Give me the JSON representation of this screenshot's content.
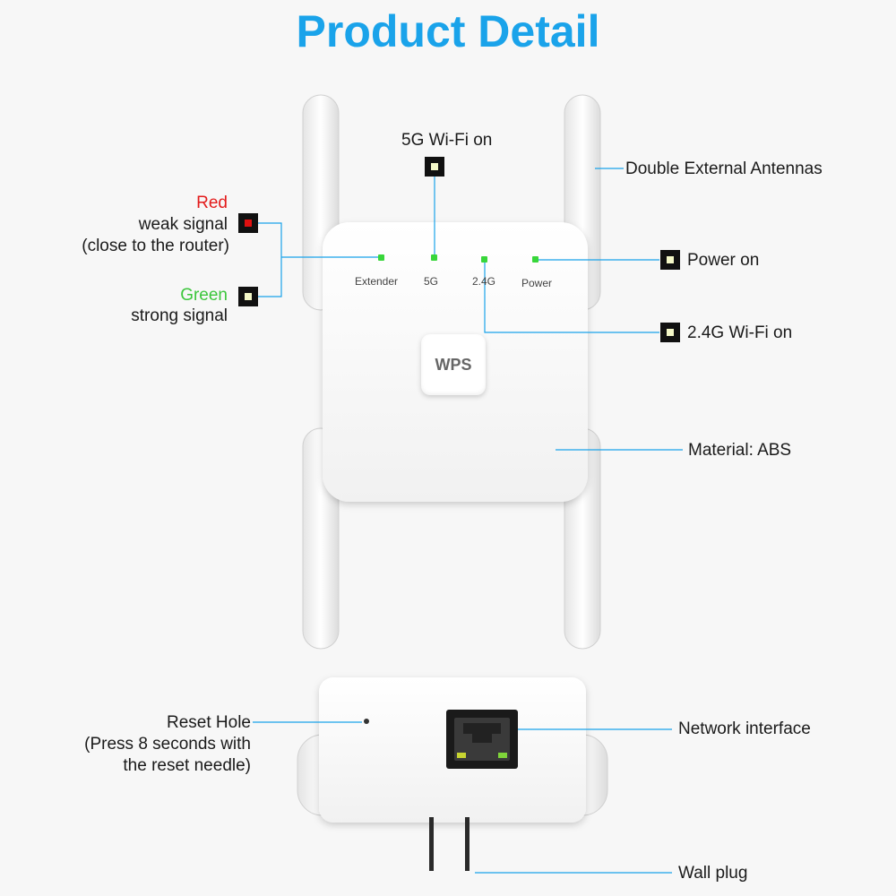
{
  "title": "Product Detail",
  "colors": {
    "title": "#1aa3ea",
    "callout_line": "#1aa3ea",
    "red_text": "#e31b1b",
    "green_text": "#3cc63c",
    "led": "#38d63a"
  },
  "leds": {
    "extender": "Extender",
    "five_g": "5G",
    "two_four_g": "2.4G",
    "power": "Power"
  },
  "wps": "WPS",
  "callouts": {
    "five_g_wifi": "5G Wi-Fi on",
    "antennas": "Double External Antennas",
    "red": "Red",
    "weak_signal": "weak signal",
    "close_router": "(close to the router)",
    "green": "Green",
    "strong_signal": "strong signal",
    "power_on": "Power on",
    "two_four_wifi": "2.4G Wi-Fi on",
    "material": "Material: ABS",
    "reset_hole": "Reset Hole",
    "reset_press": "(Press 8 seconds with",
    "reset_needle": "the reset needle)",
    "network": "Network interface",
    "wall_plug": "Wall plug"
  }
}
